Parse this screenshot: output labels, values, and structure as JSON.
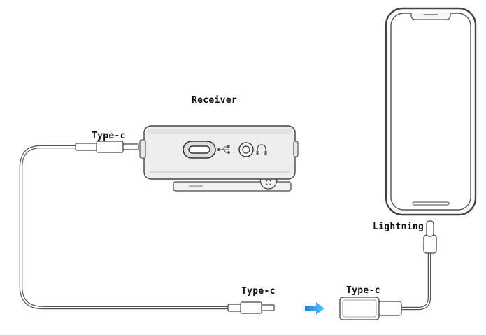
{
  "labels": {
    "receiver": "Receiver",
    "typec_top": "Type-c",
    "typec_bottom": "Type-c",
    "typec_adapter": "Type-c",
    "lightning": "Lightning"
  },
  "icons": [
    "usb-icon",
    "headphone-icon",
    "arrow-right-icon"
  ],
  "colors": {
    "arrow_start": "#1e5fd8",
    "arrow_end": "#8fd3ff",
    "outline": "#444444",
    "device_fill": "#eeeeee"
  }
}
